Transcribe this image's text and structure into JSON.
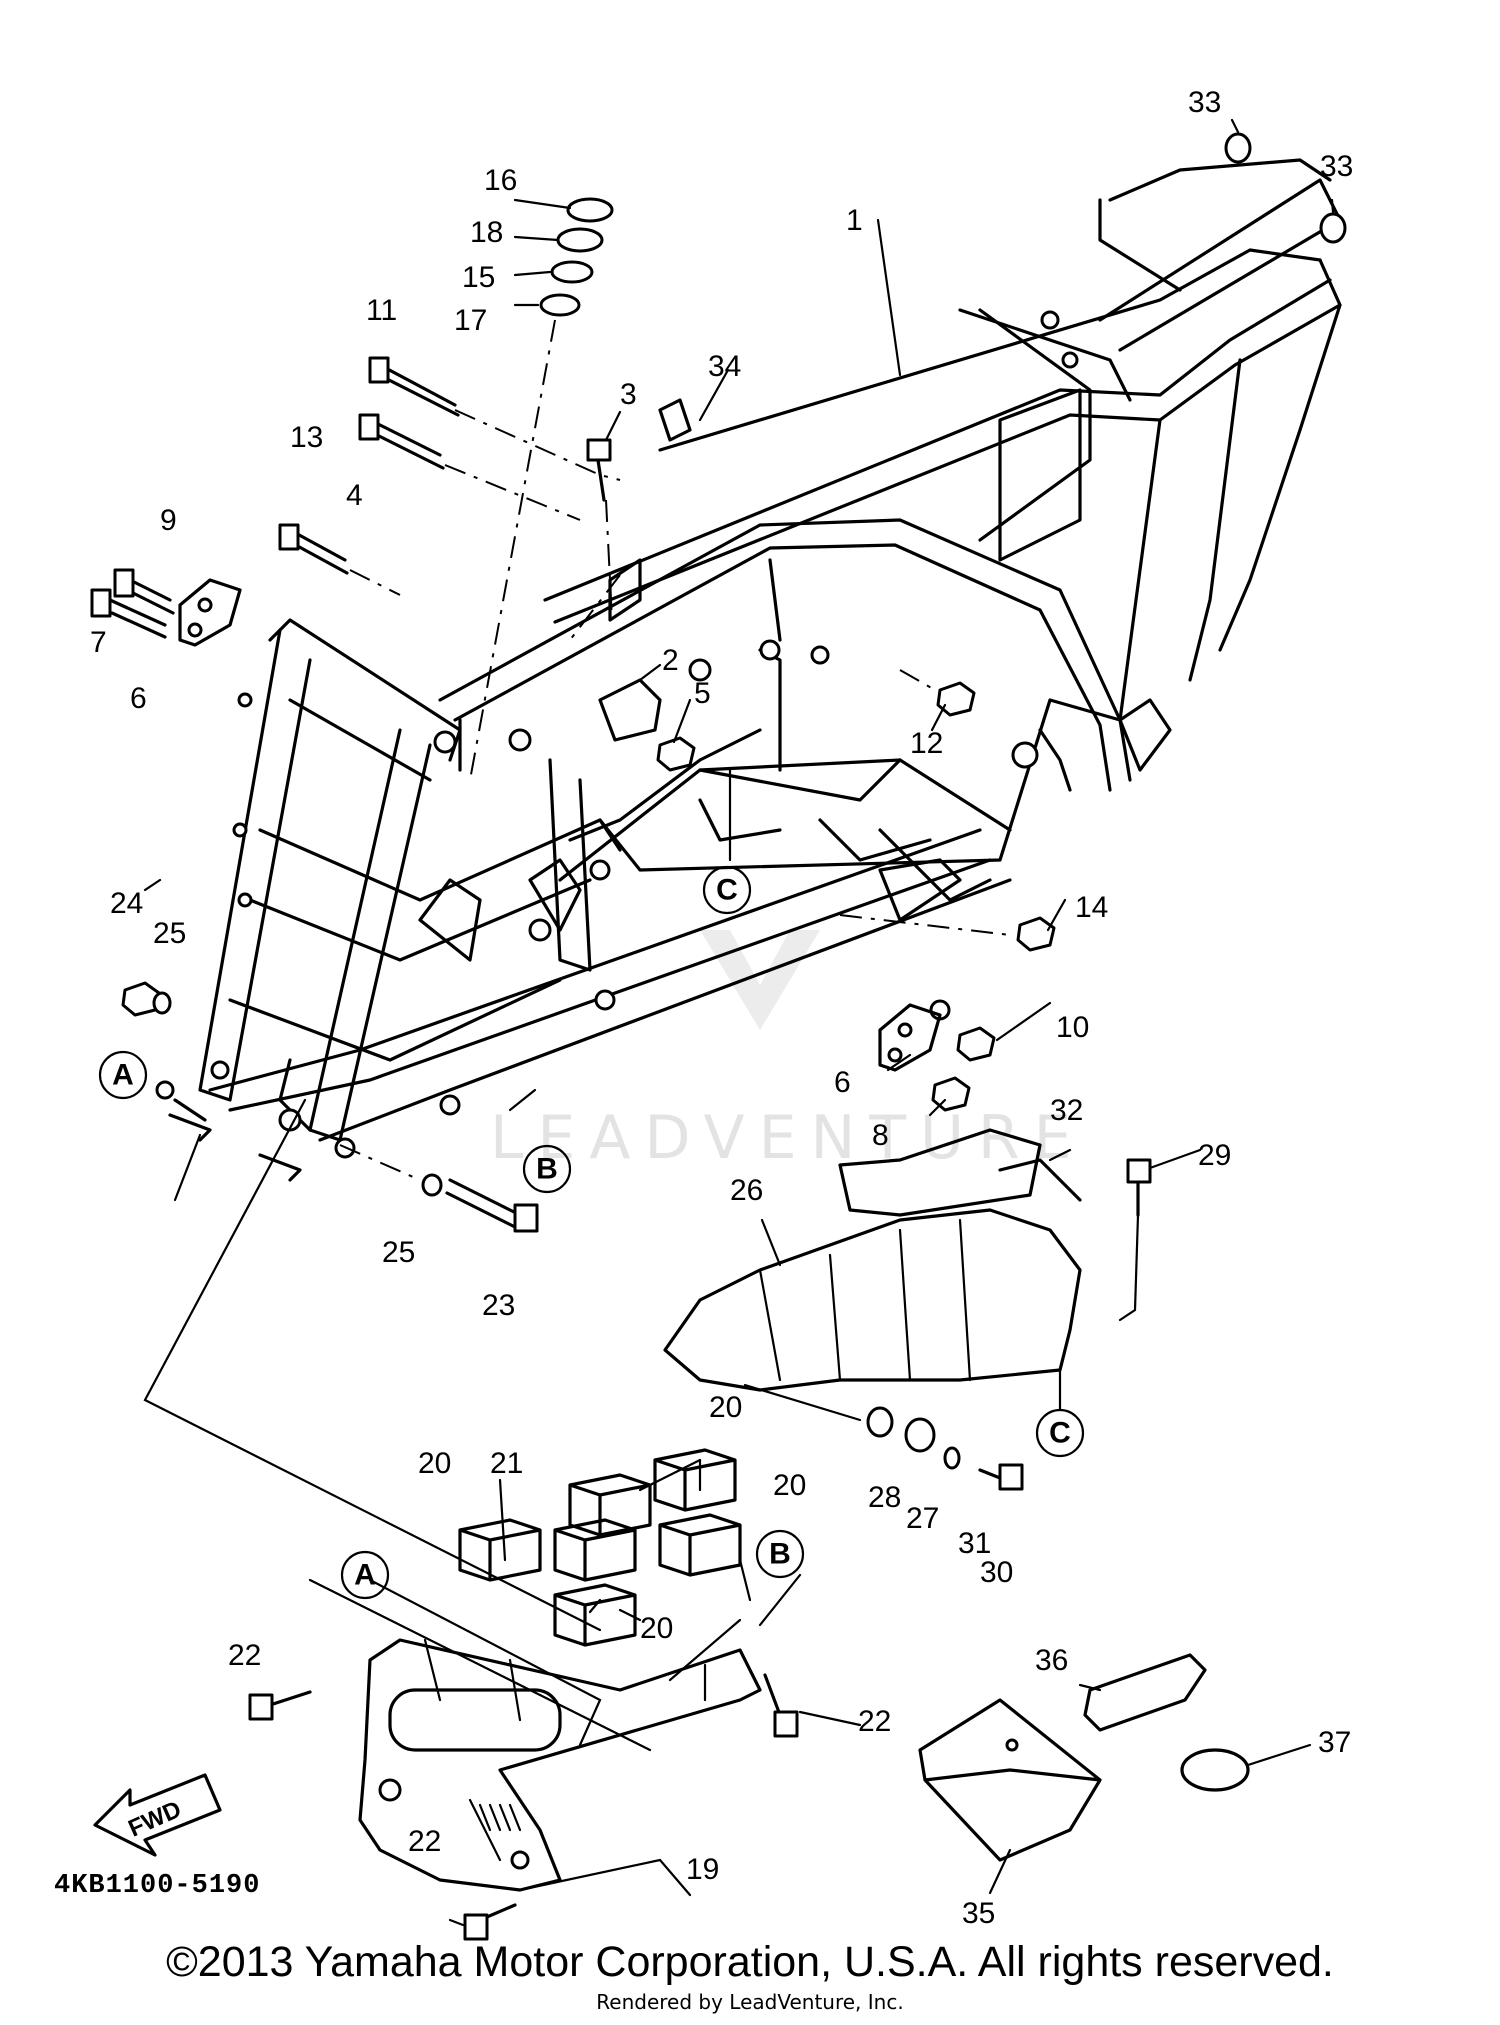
{
  "diagram": {
    "part_code": "4KB1100-5190",
    "copyright": "©2013 Yamaha Motor Corporation, U.S.A. All rights reserved.",
    "rendered_by": "Rendered by LeadVenture, Inc.",
    "watermark": "LEADVENTURE",
    "fwd_label": "FWD",
    "reference_markers": [
      "A",
      "B",
      "C",
      "C",
      "A",
      "B"
    ],
    "callouts": [
      "33",
      "33",
      "16",
      "18",
      "15",
      "17",
      "1",
      "11",
      "34",
      "3",
      "13",
      "4",
      "9",
      "7",
      "6",
      "2",
      "5",
      "12",
      "24",
      "25",
      "C",
      "14",
      "10",
      "6",
      "8",
      "32",
      "29",
      "26",
      "25",
      "23",
      "20",
      "21",
      "20",
      "20",
      "20",
      "28",
      "27",
      "31",
      "30",
      "22",
      "22",
      "19",
      "36",
      "37",
      "22",
      "35"
    ]
  }
}
